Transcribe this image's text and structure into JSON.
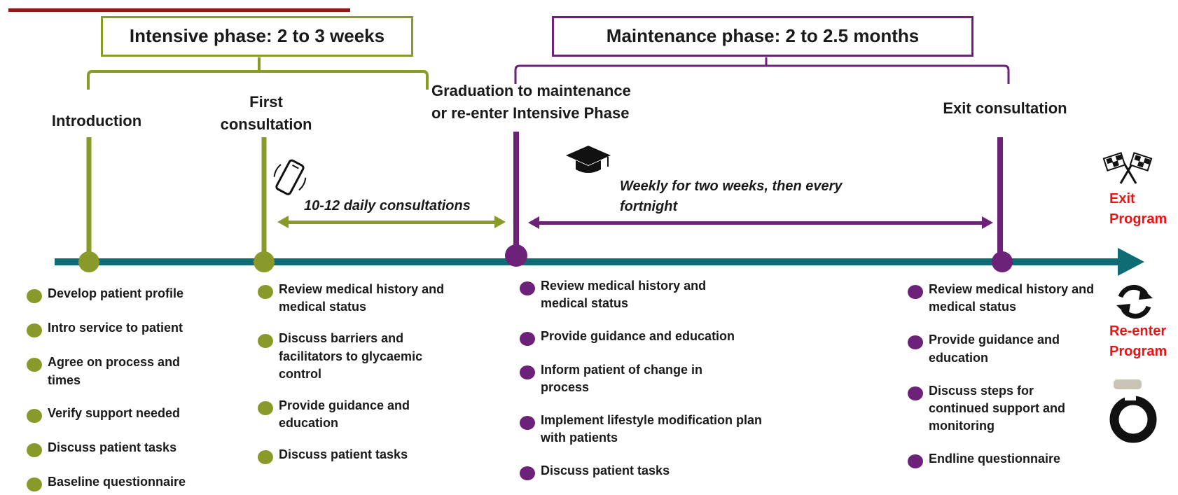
{
  "colors": {
    "intensive": "#8a9a2a",
    "maintenance": "#6b2278",
    "timeline": "#0e6d74",
    "exit_label": "#e81416",
    "top_rule": "#8b1a1a"
  },
  "stamp_text": "",
  "phases": {
    "intensive": {
      "label": "Intensive phase: 2 to 3 weeks"
    },
    "maintenance": {
      "label": "Maintenance phase:  2 to 2.5 months"
    }
  },
  "milestones": {
    "introduction": "Introduction",
    "first_consultation": {
      "line1": "First",
      "line2": "consultation"
    },
    "graduation": {
      "line1": "Graduation to maintenance",
      "line2": "or re-enter Intensive Phase"
    },
    "exit_consultation": "Exit consultation"
  },
  "frequencies": {
    "intensive": "10-12 daily consultations",
    "maintenance": {
      "line1": "Weekly for two weeks, then every",
      "line2": "fortnight"
    }
  },
  "icons": [
    "phone-icon",
    "graduation-cap-icon",
    "checkered-flags-icon",
    "refresh-icon",
    "circle-brush-icon"
  ],
  "outcomes": {
    "exit": {
      "line1": "Exit",
      "line2": "Program"
    },
    "reenter": {
      "line1": "Re-enter",
      "line2": "Program"
    }
  },
  "columns": {
    "introduction": [
      "Develop patient profile",
      "Intro service to patient",
      "Agree on process and times",
      "Verify support needed",
      "Discuss  patient tasks",
      "Baseline questionnaire"
    ],
    "first_consultation": [
      "Review medical  history and medical status",
      "Discuss  barriers and facilitators to glycaemic control",
      "Provide guidance and education",
      "Discuss  patient tasks"
    ],
    "graduation": [
      "Review medical history and medical status",
      "Provide guidance and education",
      "Inform patient of change in process",
      "Implement lifestyle modification plan with patients",
      "Discuss patient tasks"
    ],
    "exit": [
      "Review medical history and medical status",
      "Provide guidance and education",
      "Discuss steps for continued support and monitoring",
      "Endline questionnaire"
    ]
  }
}
